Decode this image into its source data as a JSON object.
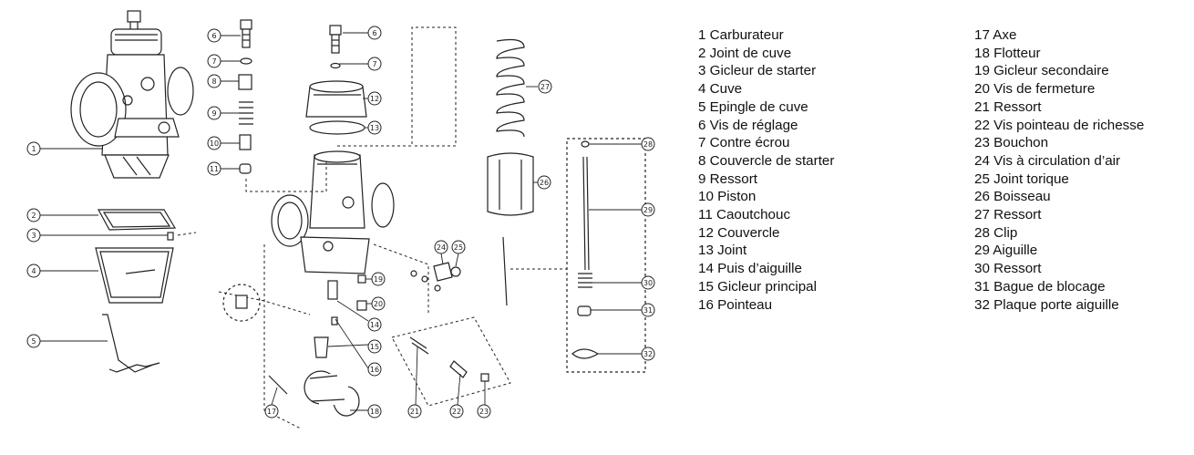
{
  "callouts": [
    "1",
    "2",
    "3",
    "4",
    "5",
    "6",
    "7",
    "8",
    "9",
    "10",
    "11",
    "12",
    "13",
    "14",
    "15",
    "16",
    "17",
    "18",
    "19",
    "20",
    "21",
    "22",
    "23",
    "24",
    "25",
    "26",
    "27",
    "28",
    "29",
    "30",
    "31",
    "32"
  ],
  "legend": {
    "left": [
      "1 Carburateur",
      "2 Joint de cuve",
      "3 Gicleur de starter",
      "4 Cuve",
      "5 Epingle de cuve",
      "6 Vis de réglage",
      "7 Contre écrou",
      "8 Couvercle de starter",
      "9 Ressort",
      "10 Piston",
      "11 Caoutchouc",
      "12 Couvercle",
      "13 Joint",
      "14 Puis d’aiguille",
      "15 Gicleur principal",
      "16 Pointeau"
    ],
    "right": [
      "17 Axe",
      "18 Flotteur",
      "19 Gicleur secondaire",
      "20 Vis de fermeture",
      "21 Ressort",
      "22 Vis pointeau de richesse",
      "23 Bouchon",
      "24 Vis à circulation d’air",
      "25 Joint torique",
      "26 Boisseau",
      "27 Ressort",
      "28 Clip",
      "29 Aiguille",
      "30 Ressort",
      "31 Bague de blocage",
      "32 Plaque porte aiguille"
    ]
  }
}
